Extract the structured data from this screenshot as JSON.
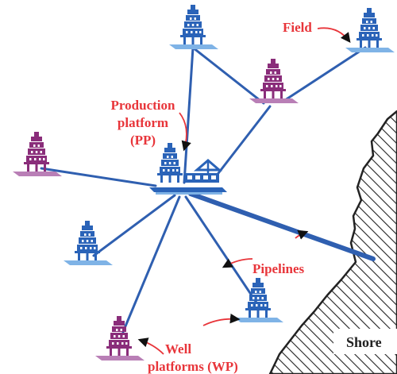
{
  "labels": {
    "field": "Field",
    "pp_line1": "Production",
    "pp_line2": "platform",
    "pp_line3": "(PP)",
    "pipelines": "Pipelines",
    "wp_line1": "Well",
    "wp_line2": "platforms (WP)",
    "shore": "Shore"
  },
  "colors": {
    "label": "#e8353a",
    "platform_blue": "#2a63b8",
    "platform_purple": "#8a2d7a",
    "pipeline": "#2f5fb0",
    "base": "#7fb3e6",
    "shore_line": "#222222"
  }
}
